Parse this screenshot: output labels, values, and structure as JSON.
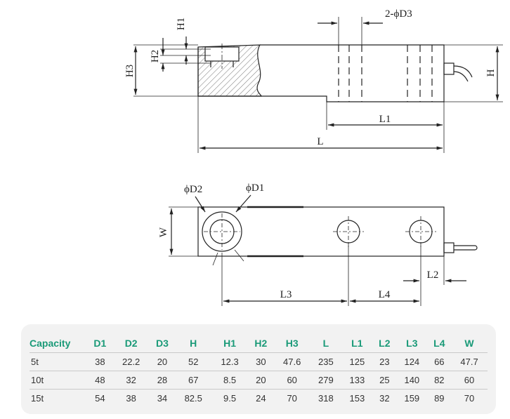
{
  "drawing": {
    "labels": {
      "h1": "H1",
      "h2": "H2",
      "h3": "H3",
      "h": "H",
      "d3": "2-ϕD3",
      "l1": "L1",
      "l": "L",
      "d2": "ϕD2",
      "d1": "ϕD1",
      "w": "W",
      "l3": "L3",
      "l4": "L4",
      "l2": "L2"
    }
  },
  "spec_table": {
    "headers": [
      "Capacity",
      "D1",
      "D2",
      "D3",
      "H",
      "H1",
      "H2",
      "H3",
      "L",
      "L1",
      "L2",
      "L3",
      "L4",
      "W"
    ],
    "rows": [
      [
        "5t",
        "38",
        "22.2",
        "20",
        "52",
        "12.3",
        "30",
        "47.6",
        "235",
        "125",
        "23",
        "124",
        "66",
        "47.7"
      ],
      [
        "10t",
        "48",
        "32",
        "28",
        "67",
        "8.5",
        "20",
        "60",
        "279",
        "133",
        "25",
        "140",
        "82",
        "60"
      ],
      [
        "15t",
        "54",
        "38",
        "34",
        "82.5",
        "9.5",
        "24",
        "70",
        "318",
        "153",
        "32",
        "159",
        "89",
        "70"
      ]
    ],
    "header_color": "#1a9a78"
  }
}
